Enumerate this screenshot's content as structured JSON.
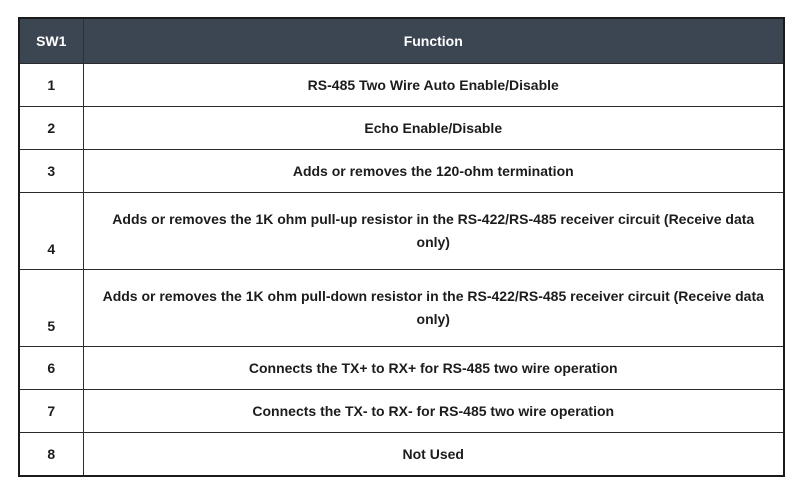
{
  "table": {
    "headers": {
      "sw": "SW1",
      "function": "Function"
    },
    "rows": [
      {
        "sw": "1",
        "function": "RS-485 Two Wire Auto Enable/Disable"
      },
      {
        "sw": "2",
        "function": "Echo Enable/Disable"
      },
      {
        "sw": "3",
        "function": "Adds or removes the 120-ohm termination"
      },
      {
        "sw": "4",
        "function": "Adds or removes the 1K ohm pull-up resistor in the RS-422/RS-485 receiver circuit (Receive data only)"
      },
      {
        "sw": "5",
        "function": "Adds or removes the 1K ohm pull-down resistor in the RS-422/RS-485 receiver circuit (Receive data only)"
      },
      {
        "sw": "6",
        "function": "Connects the TX+ to RX+ for RS-485 two wire operation"
      },
      {
        "sw": "7",
        "function": "Connects the TX- to RX- for RS-485 two wire operation"
      },
      {
        "sw": "8",
        "function": "Not Used"
      }
    ]
  },
  "colors": {
    "header_bg": "#3c4552",
    "header_text": "#ffffff",
    "border": "#1b1b1b",
    "body_text": "#1c1c1c"
  }
}
